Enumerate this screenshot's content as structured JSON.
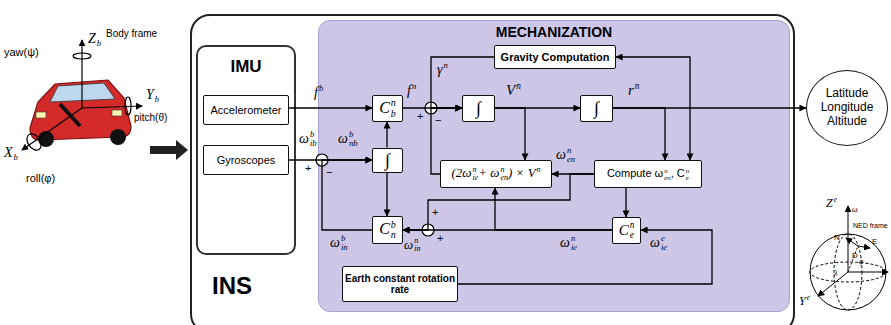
{
  "diagram": {
    "nodes": [
      {
        "text": [
          "INS"
        ]
      },
      {
        "text": [
          "IMU"
        ],
        "in": 0
      },
      {
        "text": [
          "Accelerometer"
        ],
        "in": 1
      },
      {
        "text": [
          "Gyroscopes"
        ],
        "in": 1
      },
      {
        "text": [
          "MECHANIZATION"
        ],
        "in": 0
      },
      {
        "text": [
          "Gravity Computation"
        ],
        "in": 4
      },
      {
        "text": [
          "C",
          "n",
          "b"
        ],
        "in": 4
      },
      {
        "text": [
          "∫"
        ],
        "in": 4
      },
      {
        "text": [
          "∫"
        ],
        "in": 4
      },
      {
        "text": [
          "∫"
        ],
        "in": 4
      },
      {
        "text": [
          "(2ω",
          "n",
          "ie",
          "+ ω",
          "n",
          "en",
          ") × V",
          "n"
        ],
        "in": 4
      },
      {
        "text": [
          "Compute ω",
          "n",
          "en",
          ", C",
          "n",
          "e"
        ],
        "in": 4
      },
      {
        "text": [
          "C",
          "b",
          "n"
        ],
        "in": 4
      },
      {
        "text": [
          "C",
          "n",
          "e"
        ],
        "in": 4
      },
      {
        "text": [
          "Earth constant rotation rate"
        ],
        "in": 4
      },
      {
        "text": [
          "Latitude Longitude Altitude"
        ]
      }
    ],
    "edges": [
      {
        "from": 2,
        "to": 6,
        "arrow": "to"
      },
      {
        "from": 3,
        "to": 9,
        "arrow": "to"
      },
      {
        "from": 12,
        "to": 9,
        "arrow": "to"
      },
      {
        "from": 9,
        "to": 6,
        "arrow": "to"
      },
      {
        "from": 9,
        "to": 12,
        "arrow": "to"
      },
      {
        "from": 6,
        "to": 7,
        "arrow": "to"
      },
      {
        "from": 5,
        "to": 7,
        "arrow": "to"
      },
      {
        "from": 10,
        "to": 7,
        "arrow": "to"
      },
      {
        "from": 7,
        "to": 8,
        "arrow": "to"
      },
      {
        "from": 8,
        "to": 15,
        "arrow": "to"
      },
      {
        "from": 7,
        "to": 10,
        "arrow": "to"
      },
      {
        "from": 8,
        "to": 11,
        "arrow": "to"
      },
      {
        "from": 11,
        "to": 5,
        "arrow": "both"
      },
      {
        "from": 11,
        "to": 10,
        "arrow": "to"
      },
      {
        "from": 11,
        "to": 12,
        "arrow": "to"
      },
      {
        "from": 11,
        "to": 13,
        "arrow": "to"
      },
      {
        "from": 13,
        "to": 12,
        "arrow": "to"
      },
      {
        "from": 13,
        "to": 10,
        "arrow": "to"
      },
      {
        "from": 14,
        "to": 13,
        "arrow": "to"
      }
    ],
    "labels": [
      "yaw(ψ)",
      "Z",
      "b",
      "Body frame",
      "Y",
      "b",
      "pitch(θ)",
      "X",
      "b",
      "roll(φ)",
      "f",
      "b",
      "ω",
      "b",
      "ib",
      "ω",
      "b",
      "nb",
      "ω",
      "b",
      "in",
      "γ",
      "n",
      "f",
      "n",
      "V",
      "n",
      "r",
      "n",
      "ω",
      "n",
      "en",
      "ω",
      "n",
      "in",
      "ω",
      "n",
      "ie",
      "ω",
      "e",
      "ie",
      "+",
      "−",
      "+",
      "−",
      "+",
      "+",
      "Z",
      "e",
      "Y",
      "e",
      "NED frame",
      "N",
      "E",
      "D",
      "φ",
      "λ",
      "ω"
    ]
  }
}
